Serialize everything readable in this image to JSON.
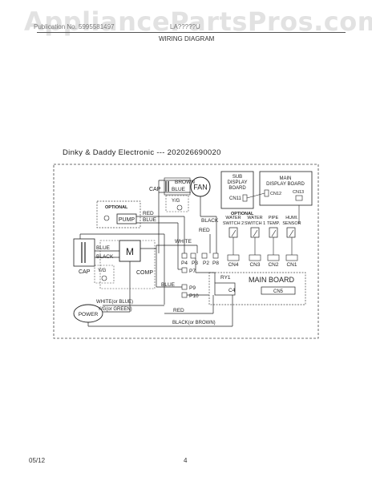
{
  "header": {
    "watermark": "AppliancePartsPros.com",
    "publication_no": "Publication No. 5995581497",
    "model": "LA?????U",
    "title": "WIRING DIAGRAM"
  },
  "diagram": {
    "caption": "Dinky & Daddy Electronic --- 202026690020",
    "labels": {
      "brown": "BROWN",
      "blue_fan": "BLUE",
      "cap_fan": "CAP",
      "fan": "FAN",
      "yg_fan": "Y/G",
      "sub_display_1": "SUB",
      "sub_display_2": "DISPLAY",
      "sub_display_3": "BOARD",
      "cn11": "CN11",
      "main_display_1": "MAIN",
      "main_display_2": "DISPLAY BOARD",
      "cn12": "CN12",
      "cn13": "CN13",
      "optional_sub": "OPTIONAL",
      "optional_pump": "OPTIONAL",
      "pump": "PUMP",
      "red_pump": "RED",
      "blue_pump": "BLUE",
      "black_top": "BLACK",
      "red_top": "RED",
      "white_top": "WHITE",
      "water_switch2_1": "WATER",
      "water_switch2_2": "SWITCH 2",
      "water_switch1_1": "WATER",
      "water_switch1_2": "SWITCH 1",
      "pipe_temp_1": "PIPE",
      "pipe_temp_2": "TEMP.",
      "humi_sensor_1": "HUMI.",
      "humi_sensor_2": "SENSOR",
      "blue_comp": "BLUE",
      "black_comp": "BLACK",
      "motor": "M",
      "cap_comp": "CAP",
      "yg_comp": "Y/G",
      "comp": "COMP",
      "p4": "P4",
      "p3": "P3",
      "p2": "P2",
      "p8": "P8",
      "p7": "P7",
      "p9": "P9",
      "p10": "P10",
      "blue_mid": "BLUE",
      "cn4": "CN4",
      "cn3": "CN3",
      "cn2": "CN2",
      "cn1": "CN1",
      "ry1": "RY1",
      "main_board": "MAIN BOARD",
      "c4": "C4",
      "cn5": "CN5",
      "white_or_blue": "WHITE(or BLUE)",
      "yg_or_green": "Y/G(or GREEN)",
      "power": "POWER",
      "red_bottom": "RED",
      "black_or_brown": "BLACK(or BROWN)"
    }
  },
  "footer": {
    "date": "05/12",
    "page": "4"
  }
}
